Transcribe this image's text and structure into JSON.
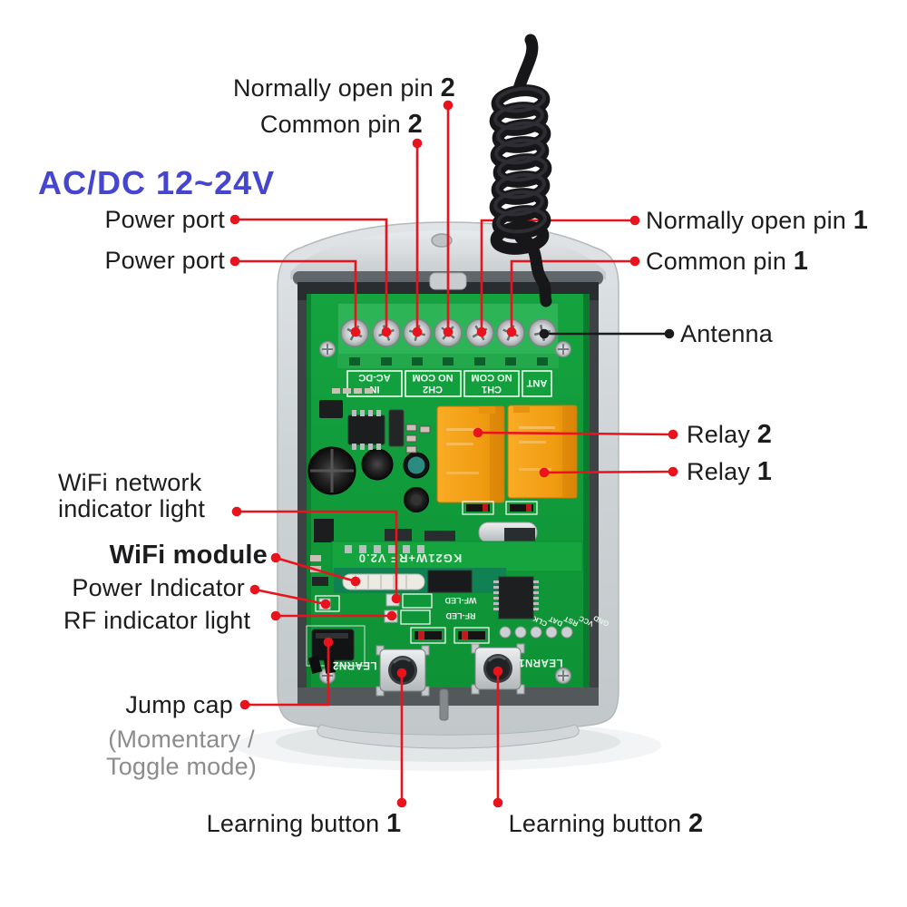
{
  "colors": {
    "annotation_red": "#e8131c",
    "annotation_black": "#1b1b1d",
    "heading_blue": "#4545d0",
    "label_text": "#1c1c1e",
    "muted_gray": "#8c8c8c",
    "pcb_green": "#13a23e",
    "relay_orange": "#f09a10",
    "case_gray": "#ccd1d4"
  },
  "labels": {
    "normally_open_pin_2": {
      "text": "Normally open pin",
      "num": "2"
    },
    "common_pin_2": {
      "text": "Common pin",
      "num": "2"
    },
    "power_rating": "AC/DC 12~24V",
    "power_port_1": "Power port",
    "power_port_2": "Power port",
    "normally_open_pin_1": {
      "text": "Normally open pin",
      "num": "1"
    },
    "common_pin_1": {
      "text": "Common pin",
      "num": "1"
    },
    "antenna": "Antenna",
    "relay_2": {
      "text": "Relay",
      "num": "2"
    },
    "relay_1": {
      "text": "Relay",
      "num": "1"
    },
    "wifi_network_indicator": {
      "line1": "WiFi network",
      "line2": "indicator light"
    },
    "wifi_module": "WiFi module",
    "power_indicator": "Power Indicator",
    "rf_indicator": "RF indicator light",
    "jump_cap": "Jump cap",
    "jump_cap_mode": {
      "line1": "(Momentary /",
      "line2": "Toggle mode)"
    },
    "learning_button_1": {
      "text": "Learning button",
      "num": "1"
    },
    "learning_button_2": {
      "text": "Learning button",
      "num": "2"
    }
  },
  "board": {
    "terminal_groups": [
      {
        "line1": "IN",
        "line2": "AC-DC"
      },
      {
        "line1": "CH2",
        "line2": "NO COM"
      },
      {
        "line1": "CH1",
        "line2": "NO COM"
      },
      {
        "line1": "ANT",
        "line2": ""
      }
    ],
    "module_silkscreen": "KG21W+RF V2.0",
    "wifi_led_label": "WF-LED",
    "rf_led_label": "RF-LED",
    "learn2_label": "LEARN2",
    "learn1_label": "LEARN1",
    "test_points": [
      "CLK",
      "DAT",
      "RST",
      "VCC",
      "GND"
    ]
  }
}
